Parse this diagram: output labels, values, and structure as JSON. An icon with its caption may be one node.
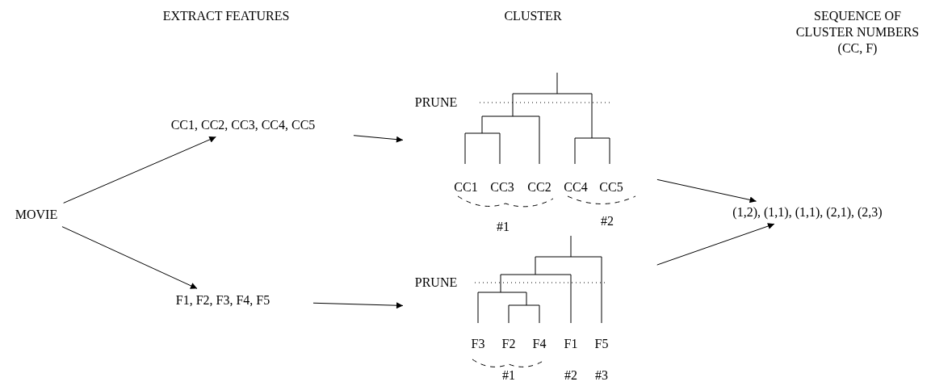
{
  "diagram": {
    "nodes": [
      {
        "text": [
          "MOVIE"
        ]
      },
      {
        "text": [
          "CC1, CC2, CC3, CC4, CC5"
        ]
      },
      {
        "text": [
          "F1, F2, F3, F4, F5"
        ]
      },
      {
        "text": [
          "PRUNE"
        ]
      },
      {
        "text": [
          "PRUNE"
        ]
      },
      {
        "text": [
          "(1,2), (1,1), (1,1), (2,1), (2,3)"
        ]
      }
    ],
    "edges": [
      {
        "from": 0,
        "to": 1,
        "arrow": "to"
      },
      {
        "from": 0,
        "to": 2,
        "arrow": "to"
      },
      {
        "from": 1,
        "to": 3,
        "arrow": "to"
      },
      {
        "from": 2,
        "to": 4,
        "arrow": "to"
      },
      {
        "from": 3,
        "to": 5,
        "arrow": "to"
      },
      {
        "from": 4,
        "to": 5,
        "arrow": "to"
      }
    ],
    "labels": [
      "EXTRACT FEATURES",
      "CLUSTER",
      "SEQUENCE OF CLUSTER NUMBERS (CC, F)",
      "CC1",
      "CC3",
      "CC2",
      "CC4",
      "CC5",
      "#1",
      "#2",
      "F3",
      "F2",
      "F4",
      "F1",
      "F5",
      "#1",
      "#2",
      "#3"
    ]
  }
}
